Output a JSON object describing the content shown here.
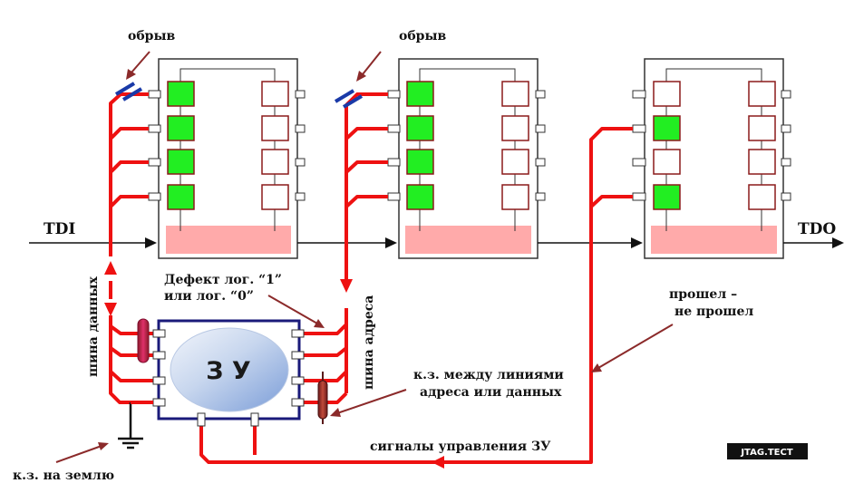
{
  "labels": {
    "break_left": "обрыв",
    "break_right": "обрыв",
    "tdi": "TDI",
    "tdo": "TDO",
    "defect_line1": "Дефект  лог. “1”",
    "defect_line2": "или лог. “0”",
    "data_bus": "шина данных",
    "address_bus": "шина адреса",
    "passed_line1": "прошел –",
    "passed_line2": "не прошел",
    "short_line1": "к.з. между линиями",
    "short_line2": "адреса или данных",
    "control_signals": "сигналы управления ЗУ",
    "short_ground": "к.з. на землю",
    "memory": "З У",
    "brand": "JTAG.TECT"
  },
  "colors": {
    "bus": "#ee1111",
    "cell_active": "#22ee22",
    "cell_border": "#8b1a1a",
    "tap_fill": "#ffaaaa",
    "memory_border": "#1a1a7a",
    "break_mark": "#1a3aa8",
    "short_marker": "#cc1a5a",
    "arrow": "#8b2a2a"
  }
}
